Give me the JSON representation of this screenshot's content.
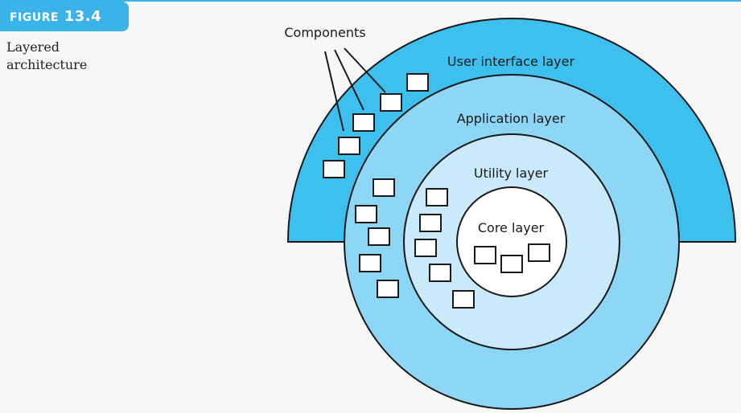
{
  "figure": {
    "label_prefix": "Figure",
    "label_number": "13.4",
    "caption_lines": [
      "Layered",
      "architecture"
    ]
  },
  "diagram": {
    "components_label": "Components",
    "layers": [
      {
        "name": "User interface layer",
        "color": "#3dc0ee"
      },
      {
        "name": "Application layer",
        "color": "#8ed6f5"
      },
      {
        "name": "Utility layer",
        "color": "#c9eafb"
      },
      {
        "name": "Core layer",
        "color": "#ffffff"
      }
    ],
    "colors": {
      "accent": "#3ab4e8",
      "outline": "#1a1a1a",
      "component_fill": "#ffffff",
      "background": "#f7f7f7"
    }
  }
}
